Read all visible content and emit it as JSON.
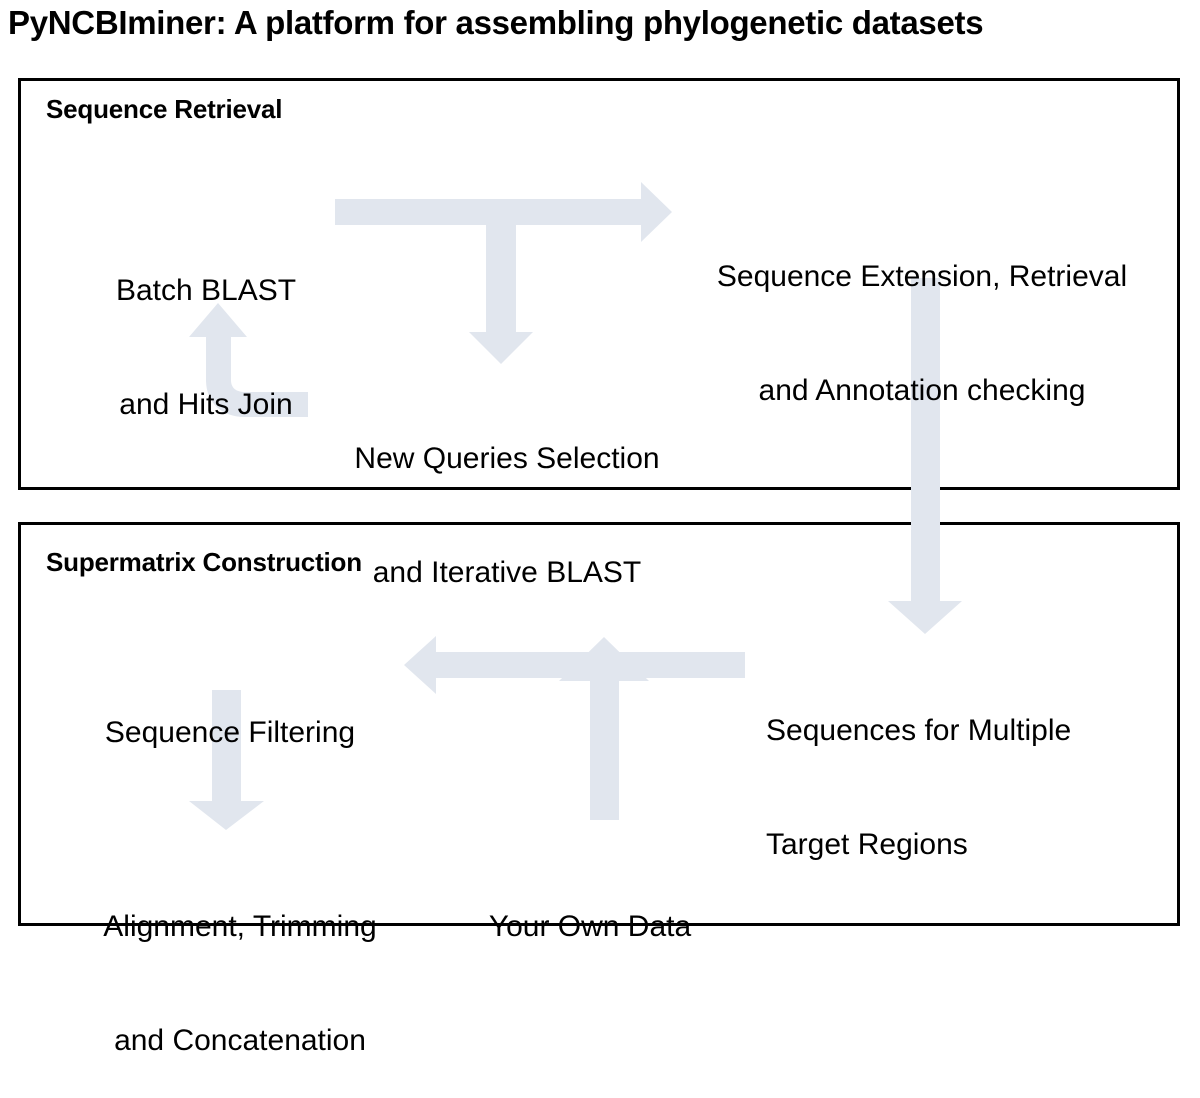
{
  "figure": {
    "title": "PyNCBIminer: A platform for assembling phylogenetic datasets",
    "arrow_color": "#e1e6ee",
    "border_color": "#000000",
    "text_color": "#000000",
    "background_color": "#ffffff"
  },
  "panels": [
    {
      "id": "sequence-retrieval",
      "heading": "Sequence Retrieval",
      "nodes": [
        {
          "id": "batch-blast",
          "lines": [
            "Batch BLAST",
            "and Hits Join"
          ]
        },
        {
          "id": "sequence-extension",
          "lines": [
            "Sequence Extension, Retrieval",
            "and Annotation checking"
          ]
        },
        {
          "id": "new-queries",
          "lines": [
            "New Queries Selection",
            "and Iterative BLAST"
          ]
        }
      ]
    },
    {
      "id": "supermatrix-construction",
      "heading": "Supermatrix Construction",
      "nodes": [
        {
          "id": "sequence-filtering",
          "lines": [
            "Sequence Filtering"
          ]
        },
        {
          "id": "sequences-multiple-target",
          "lines": [
            "Sequences for Multiple",
            "Target Regions"
          ]
        },
        {
          "id": "your-own-data",
          "lines": [
            "Your Own Data"
          ]
        },
        {
          "id": "alignment-trimming",
          "lines": [
            "Alignment, Trimming",
            "and Concatenation"
          ]
        }
      ]
    }
  ],
  "node_text": {
    "batch_blast_l1": "Batch BLAST",
    "batch_blast_l2": "and Hits Join",
    "sequence_extension_l1": "Sequence Extension, Retrieval",
    "sequence_extension_l2": "and Annotation checking",
    "new_queries_l1": "New Queries Selection",
    "new_queries_l2": "and Iterative BLAST",
    "sequence_filtering_l1": "Sequence Filtering",
    "sequences_multiple_l1": "Sequences for Multiple",
    "sequences_multiple_l2": "Target Regions",
    "your_own_data_l1": "Your Own Data",
    "alignment_l1": "Alignment, Trimming",
    "alignment_l2": "and Concatenation"
  },
  "panel_headings": {
    "top": "Sequence Retrieval",
    "bottom": "Supermatrix Construction"
  },
  "arrows": [
    {
      "id": "batch-to-extension-and-queries",
      "shape": "tee-right-down",
      "from": "batch-blast",
      "to": [
        "sequence-extension",
        "new-queries"
      ]
    },
    {
      "id": "queries-back-to-batch",
      "shape": "elbow-up-left",
      "from": "new-queries",
      "to": "batch-blast"
    },
    {
      "id": "extension-to-sequences",
      "shape": "straight-down",
      "from": "sequence-extension",
      "to": "sequences-multiple-target"
    },
    {
      "id": "sequences-to-filtering",
      "shape": "straight-left",
      "from": "sequences-multiple-target",
      "to": "sequence-filtering"
    },
    {
      "id": "yourown-into-flow",
      "shape": "straight-up",
      "from": "your-own-data",
      "to": "sequences-to-filtering"
    },
    {
      "id": "filtering-to-alignment",
      "shape": "straight-down",
      "from": "sequence-filtering",
      "to": "alignment-trimming"
    }
  ]
}
